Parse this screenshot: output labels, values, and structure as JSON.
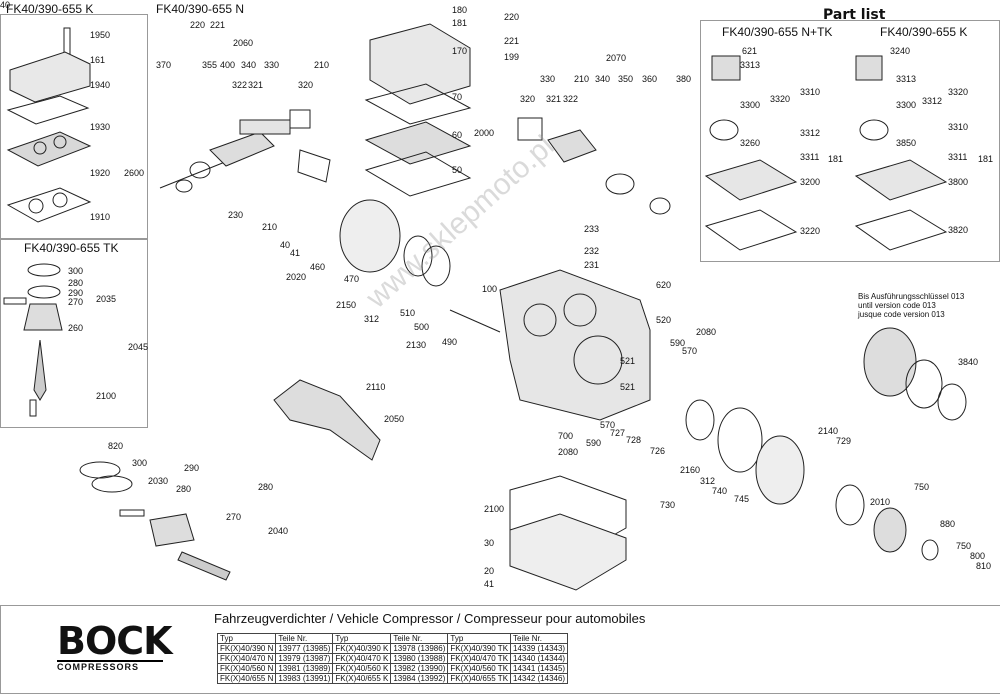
{
  "title": "Part list",
  "sections": {
    "k_head": "FK40/390-655 K",
    "n_pipe": "FK40/390-655 N",
    "tk_piston": "FK40/390-655 TK",
    "ntk_valve": "FK40/390-655 N+TK",
    "k_valve": "FK40/390-655 K"
  },
  "note": [
    "Bis Ausführungsschlüssel 013",
    "until version code 013",
    "jusque code version 013"
  ],
  "watermark": "www.sklepmoto.pl",
  "caption": "Fahrzeugverdichter / Vehicle Compressor / Compresseur pour automobiles",
  "brand": {
    "name": "BOCK",
    "sub": "COMPRESSORS"
  },
  "type_table": {
    "headers": [
      "Typ",
      "Teile Nr.",
      "Typ",
      "Teile Nr.",
      "Typ",
      "Teile Nr."
    ],
    "rows": [
      [
        "FK(X)40/390 N",
        "13977 (13985)",
        "FK(X)40/390 K",
        "13978 (13986)",
        "FK(X)40/390 TK",
        "14339 (14343)"
      ],
      [
        "FK(X)40/470 N",
        "13979 (13987)",
        "FK(X)40/470 K",
        "13980 (13988)",
        "FK(X)40/470 TK",
        "14340 (14344)"
      ],
      [
        "FK(X)40/560 N",
        "13981 (13989)",
        "FK(X)40/560 K",
        "13982 (13990)",
        "FK(X)40/560 TK",
        "14341 (14345)"
      ],
      [
        "FK(X)40/655 N",
        "13983 (13991)",
        "FK(X)40/655 K",
        "13984 (13992)",
        "FK(X)40/655 TK",
        "14342 (14346)"
      ]
    ]
  },
  "labels": [
    "1950",
    "161",
    "1940",
    "1930",
    "1920",
    "2600",
    "1910",
    "300",
    "280",
    "290",
    "270",
    "2035",
    "260",
    "2045",
    "2100",
    "370",
    "220",
    "221",
    "2060",
    "355",
    "400",
    "340",
    "330",
    "210",
    "322",
    "321",
    "320",
    "230",
    "210",
    "40",
    "41",
    "460",
    "2020",
    "470",
    "2150",
    "312",
    "510",
    "500",
    "2130",
    "490",
    "180",
    "181",
    "170",
    "70",
    "60",
    "2000",
    "50",
    "220",
    "221",
    "199",
    "2070",
    "330",
    "210",
    "340",
    "350",
    "360",
    "380",
    "320",
    "321",
    "322",
    "233",
    "232",
    "231",
    "100",
    "620",
    "520",
    "2080",
    "590",
    "570",
    "521",
    "521",
    "621",
    "3313",
    "3320",
    "3310",
    "3300",
    "3312",
    "3260",
    "3311",
    "181",
    "3200",
    "3220",
    "3240",
    "3313",
    "3320",
    "3300",
    "3312",
    "3310",
    "3850",
    "3311",
    "181",
    "3800",
    "3820",
    "3840",
    "2110",
    "2050",
    "700",
    "590",
    "2080",
    "570",
    "727",
    "728",
    "726",
    "2160",
    "312",
    "740",
    "745",
    "730",
    "2140",
    "729",
    "750",
    "2010",
    "880",
    "750",
    "800",
    "810",
    "820",
    "300",
    "290",
    "2030",
    "280",
    "270",
    "280",
    "2040",
    "2100",
    "30",
    "20",
    "41",
    "40"
  ]
}
